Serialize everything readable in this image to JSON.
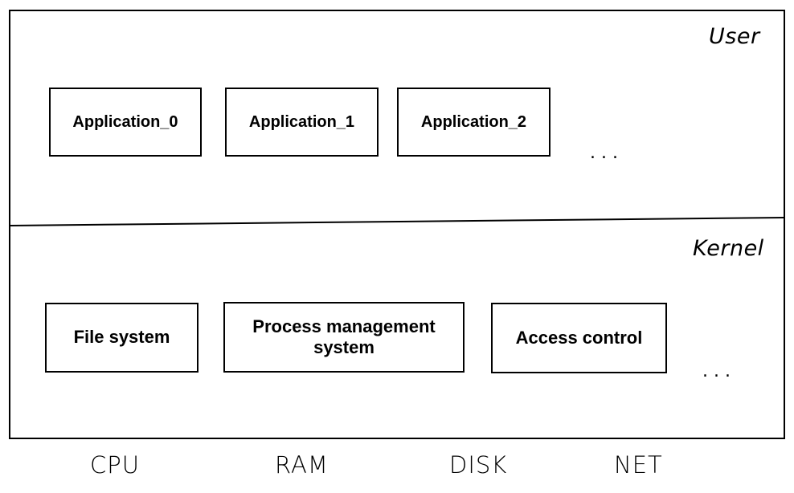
{
  "user_layer": {
    "label": "User",
    "applications": [
      {
        "label": "Application_0"
      },
      {
        "label": "Application_1"
      },
      {
        "label": "Application_2"
      }
    ],
    "more": "..."
  },
  "kernel_layer": {
    "label": "Kernel",
    "modules": [
      {
        "label": "File system"
      },
      {
        "label": "Process management system"
      },
      {
        "label": "Access control"
      }
    ],
    "more": "..."
  },
  "hardware": [
    {
      "label": "CPU"
    },
    {
      "label": "RAM"
    },
    {
      "label": "DISK"
    },
    {
      "label": "NET"
    }
  ]
}
